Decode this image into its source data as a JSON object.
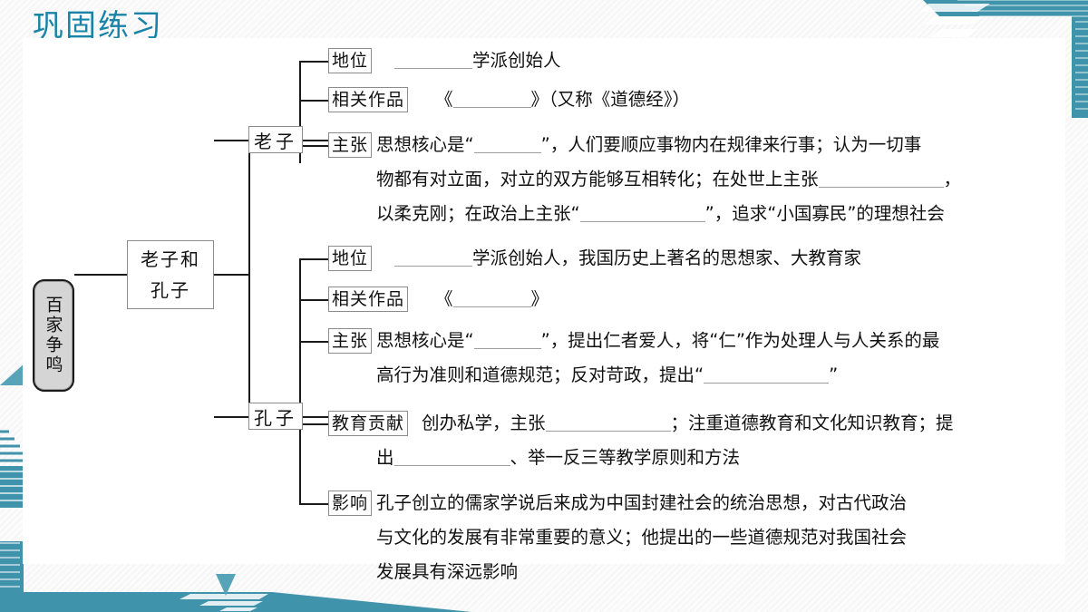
{
  "slide": {
    "title": "巩固练习",
    "title_color": "#1a84a8",
    "accent_color": "#3f93ab"
  },
  "mindmap": {
    "root": "百家争鸣",
    "branch_main": "老子和孔子",
    "branch_main_line1": "老子和",
    "branch_main_line2": "孔子",
    "nodes": [
      {
        "id": "laozi",
        "label": "老子"
      },
      {
        "id": "kongzi",
        "label": "孔子"
      }
    ],
    "captions": {
      "dìwèi": "地位",
      "zuopin": "相关作品",
      "zhuzhang": "主张",
      "jiaoyu": "教育贡献",
      "yingxiang": "影响"
    }
  },
  "laozi": {
    "status_caption": "地位",
    "status_text_pre": "",
    "status_text_post": "学派创始人",
    "works_caption": "相关作品",
    "works_open": "《",
    "works_close": "》（又称《道德经》）",
    "claims_caption": "主张",
    "claims_line1_a": "思想核心是“",
    "claims_line1_b": "”，人们要顺应事物内在规律来行事；认为一切事",
    "claims_line2_a": "物都有对立面，对立的双方能够互相转化；在处世上主张",
    "claims_line2_b": "，",
    "claims_line3_a": "以柔克刚；在政治上主张“",
    "claims_line3_b": "”，追求“小国寡民”的理想社会"
  },
  "kongzi": {
    "status_caption": "地位",
    "status_text_post": "学派创始人，我国历史上著名的思想家、大教育家",
    "works_caption": "相关作品",
    "works_open": "《",
    "works_close": "》",
    "claims_caption": "主张",
    "claims_line1_a": "思想核心是“",
    "claims_line1_b": "”，提出仁者爱人，将“仁”作为处理人与人关系的最",
    "claims_line2_a": "高行为准则和道德规范；反对苛政，提出“",
    "claims_line2_b": "”",
    "edu_caption": "教育贡献",
    "edu_line1_a": "创办私学，主张",
    "edu_line1_b": "；注重道德教育和文化知识教育；提",
    "edu_line2_a": "出",
    "edu_line2_b": "、举一反三等教学原则和方法",
    "influence_caption": "影响",
    "influence_line1": "孔子创立的儒家学说后来成为中国封建社会的统治思想，对古代政治",
    "influence_line2": "与文化的发展有非常重要的意义；他提出的一些道德规范对我国社会",
    "influence_line3": "发展具有深远影响"
  }
}
